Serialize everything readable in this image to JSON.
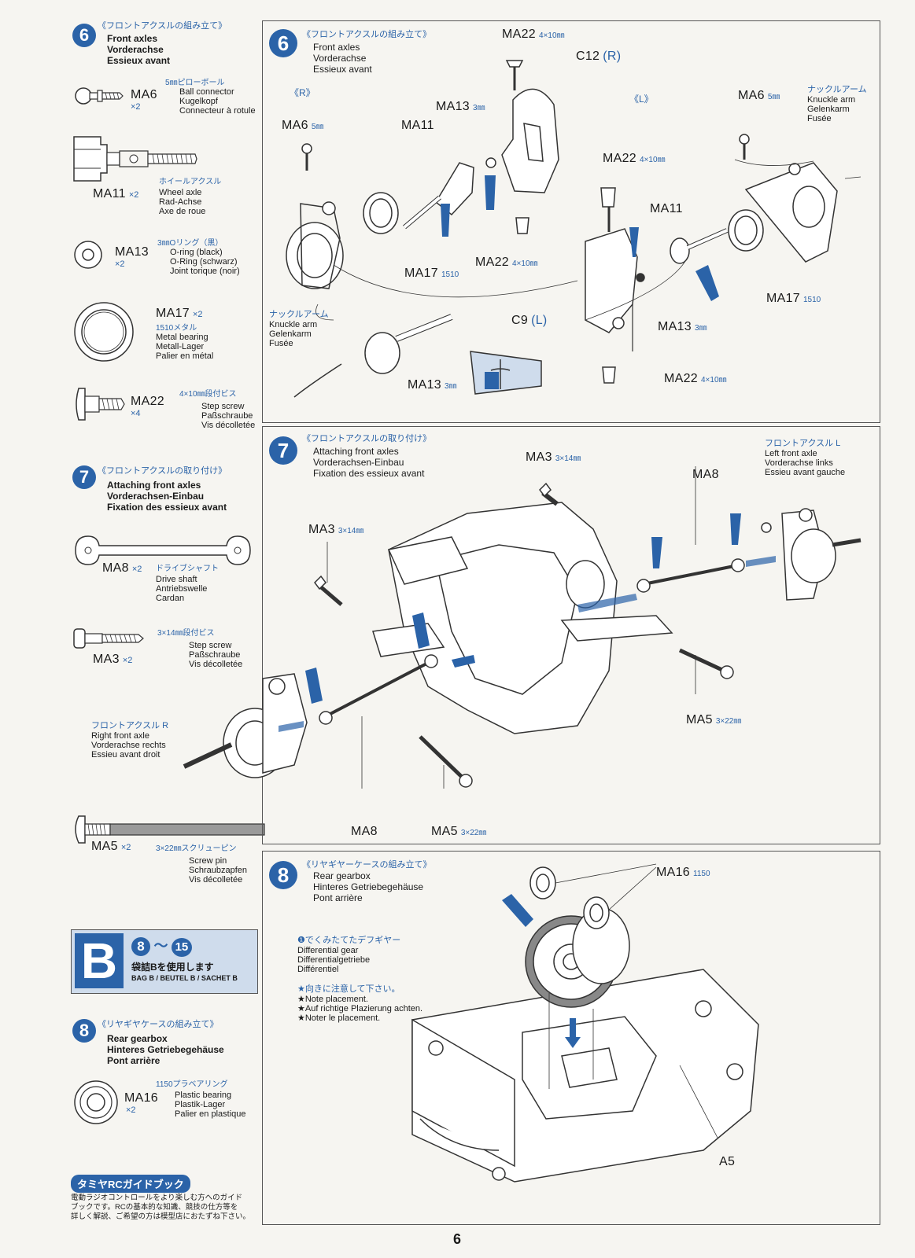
{
  "page_number": "6",
  "colors": {
    "accent": "#2b63a8",
    "ink": "#1a1a1a",
    "line": "#555555",
    "bag_bg": "#cfdcec"
  },
  "sidebar": {
    "step6": {
      "num": "6",
      "jp": "《フロントアクスルの組み立て》",
      "titles": [
        "Front axles",
        "Vorderachse",
        "Essieux avant"
      ],
      "parts": [
        {
          "code": "MA6",
          "qty": "×2",
          "jp": "5㎜ピローボール",
          "names": [
            "Ball connector",
            "Kugelkopf",
            "Connecteur à rotule"
          ]
        },
        {
          "code": "MA11",
          "qty": "×2",
          "jp": "ホイールアクスル",
          "names": [
            "Wheel axle",
            "Rad-Achse",
            "Axe de roue"
          ]
        },
        {
          "code": "MA13",
          "qty": "×2",
          "jp": "3㎜Oリング（黒）",
          "names": [
            "O-ring (black)",
            "O-Ring (schwarz)",
            "Joint torique (noir)"
          ]
        },
        {
          "code": "MA17",
          "qty": "×2",
          "jp": "1510メタル",
          "names": [
            "Metal bearing",
            "Metall-Lager",
            "Palier en métal"
          ]
        },
        {
          "code": "MA22",
          "qty": "×4",
          "jp": "4×10㎜段付ビス",
          "names": [
            "Step screw",
            "Paßschraube",
            "Vis décolletée"
          ]
        }
      ]
    },
    "step7": {
      "num": "7",
      "jp": "《フロントアクスルの取り付け》",
      "titles": [
        "Attaching front axles",
        "Vorderachsen-Einbau",
        "Fixation des essieux avant"
      ],
      "parts": [
        {
          "code": "MA8",
          "qty": "×2",
          "jp": "ドライブシャフト",
          "names": [
            "Drive shaft",
            "Antriebswelle",
            "Cardan"
          ]
        },
        {
          "code": "MA3",
          "qty": "×2",
          "jp": "3×14㎜段付ビス",
          "names": [
            "Step screw",
            "Paßschraube",
            "Vis décolletée"
          ]
        },
        {
          "code": "MA5",
          "qty": "×2",
          "jp": "3×22㎜スクリューピン",
          "names": [
            "Screw pin",
            "Schraubzapfen",
            "Vis décolletée"
          ]
        }
      ]
    },
    "bag": {
      "letter": "B",
      "range_start": "8",
      "range_sep": "〜",
      "range_end": "15",
      "jp": "袋詰Bを使用します",
      "en": "BAG B / BEUTEL B / SACHET B"
    },
    "step8": {
      "num": "8",
      "jp": "《リヤギヤケースの組み立て》",
      "titles": [
        "Rear gearbox",
        "Hinteres Getriebegehäuse",
        "Pont arrière"
      ],
      "parts": [
        {
          "code": "MA16",
          "qty": "×2",
          "jp": "1150プラベアリング",
          "names": [
            "Plastic bearing",
            "Plastik-Lager",
            "Palier en plastique"
          ]
        }
      ]
    },
    "guide": {
      "badge": "タミヤRCガイドブック",
      "text": [
        "電動ラジオコントロールをより楽しむ方へのガイド",
        "ブックです。RCの基本的な知識、競技の仕方等を",
        "詳しく解説、ご希望の方は模型店におたずね下さい。"
      ]
    }
  },
  "panel6": {
    "num": "6",
    "jp": "《フロントアクスルの組み立て》",
    "titles": [
      "Front axles",
      "Vorderachse",
      "Essieux avant"
    ],
    "side_r": "《R》",
    "side_l": "《L》",
    "labels": {
      "ma22_top": "MA22",
      "ma22_top_spec": "4×10㎜",
      "c12": "C12",
      "c12_side": "(R)",
      "ma13_r": "MA13",
      "ma13_r_spec": "3㎜",
      "ma6_r": "MA6",
      "ma6_r_spec": "5㎜",
      "ma11_r": "MA11",
      "ma22_r_bottom": "MA22",
      "ma22_r_bottom_spec": "4×10㎜",
      "ma17_r": "MA17",
      "ma17_r_spec": "1510",
      "knuckle_jp_r": "ナックルアーム",
      "knuckle_r": [
        "Knuckle arm",
        "Gelenkarm",
        "Fusée"
      ],
      "ma13_detail": "MA13",
      "ma13_detail_spec": "3㎜",
      "ma6_l": "MA6",
      "ma6_l_spec": "5㎜",
      "knuckle_jp_l": "ナックルアーム",
      "knuckle_l": [
        "Knuckle arm",
        "Gelenkarm",
        "Fusée"
      ],
      "ma22_l_top": "MA22",
      "ma22_l_top_spec": "4×10㎜",
      "ma11_l": "MA11",
      "ma17_l": "MA17",
      "ma17_l_spec": "1510",
      "c9": "C9",
      "c9_side": "(L)",
      "ma13_l": "MA13",
      "ma13_l_spec": "3㎜",
      "ma22_l_bottom": "MA22",
      "ma22_l_bottom_spec": "4×10㎜"
    }
  },
  "panel7": {
    "num": "7",
    "jp": "《フロントアクスルの取り付け》",
    "titles": [
      "Attaching front axles",
      "Vorderachsen-Einbau",
      "Fixation des essieux avant"
    ],
    "labels": {
      "ma3_top": "MA3",
      "ma3_top_spec": "3×14㎜",
      "left_axle_jp": "フロントアクスル L",
      "left_axle": [
        "Left front axle",
        "Vorderachse links",
        "Essieu avant gauche"
      ],
      "ma8_top": "MA8",
      "ma3_left": "MA3",
      "ma3_left_spec": "3×14㎜",
      "ma5_right": "MA5",
      "ma5_right_spec": "3×22㎜",
      "right_axle_jp": "フロントアクスル R",
      "right_axle": [
        "Right front axle",
        "Vorderachse rechts",
        "Essieu avant droit"
      ],
      "ma8_bottom": "MA8",
      "ma5_bottom": "MA5",
      "ma5_bottom_spec": "3×22㎜"
    }
  },
  "panel8": {
    "num": "8",
    "jp": "《リヤギヤーケースの組み立て》",
    "titles": [
      "Rear gearbox",
      "Hinteres Getriebegehäuse",
      "Pont arrière"
    ],
    "labels": {
      "ma16": "MA16",
      "ma16_spec": "1150",
      "diff_jp": "❶でくみたてたデフギヤー",
      "diff": [
        "Differential gear",
        "Differentialgetriebe",
        "Différentiel"
      ],
      "note_jp": "★向きに注意して下さい。",
      "note": [
        "★Note placement.",
        "★Auf richtige Plazierung achten.",
        "★Noter le placement."
      ],
      "a5": "A5"
    }
  }
}
